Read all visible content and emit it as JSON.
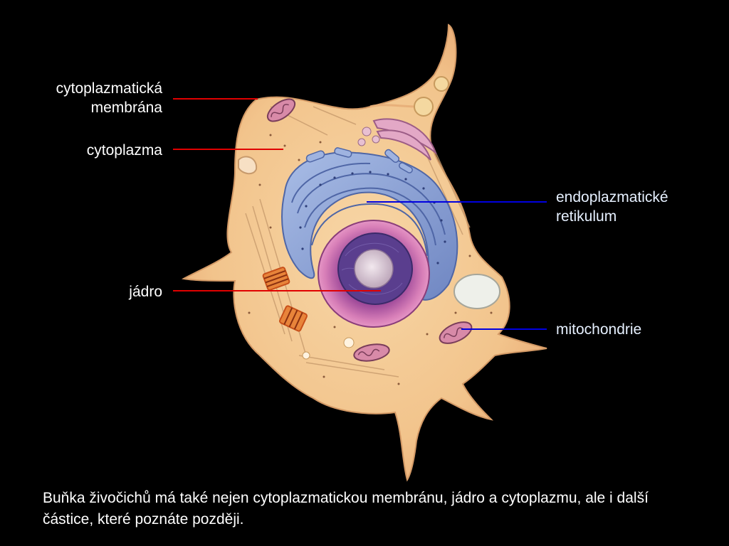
{
  "labels": {
    "membrane": "cytoplazmatická membrána",
    "cytoplasm": "cytoplazma",
    "nucleus": "jádro",
    "er": "endoplazmatické retikulum",
    "mitochondria": "mitochondrie"
  },
  "caption": "Buňka živočichů má také nejen cytoplazmatickou membránu, jádro a cytoplazmu, ale i další částice, které poznáte později.",
  "colors": {
    "background": "#000000",
    "left_leader": "#e00000",
    "right_leader": "#0000e0",
    "cell_body": "#f2c48c",
    "nucleus": "#c0569a",
    "er": "#8fa6d6"
  }
}
